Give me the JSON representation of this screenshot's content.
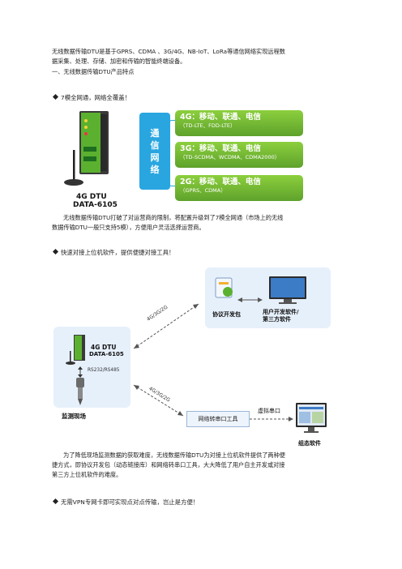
{
  "intro": {
    "line1": "无线数据传输DTU是基于GPRS、CDMA 、3G/4G、NB-IoT、LoRa等通信网络实现远程数",
    "line2": "据采集、处理、存储、加密和传输的智能终端设备。",
    "section": "一、无线数据传输DTU产品特点"
  },
  "feature1": {
    "bullet": "7模全网通，网络全覆盖！",
    "figure": {
      "device_line1": "4G DTU",
      "device_line2": "DATA-6105",
      "network_label": [
        "通",
        "信",
        "网",
        "络"
      ],
      "options": [
        {
          "title": "4G：移动、联通、电信",
          "detail": "（TD-LTE、FDD-LTE）"
        },
        {
          "title": "3G：移动、联通、电信",
          "detail": "（TD-SCDMA、WCDMA、CDMA2000）"
        },
        {
          "title": "2G：移动、联通、电信",
          "detail": "（GPRS、CDMA）"
        }
      ]
    },
    "para_line1": "无线数据传输DTU打破了对运营商的限制，将配置升级到了7模全网通（市场上的无线",
    "para_line2": "数据传输DTU一般只支持5模），方便用户灵活选择运营商。"
  },
  "feature2": {
    "bullet": "快速对接上位机软件，提供便捷对接工具！",
    "figure": {
      "link_top": "4G/3G/2G",
      "link_bottom": "4G/3G/2G",
      "sdk_label": "协议开发包",
      "user_software_line1": "用户开发软件/",
      "user_software_line2": "第三方软件",
      "dtu_line1": "4G DTU",
      "dtu_line2": "DATA-6105",
      "rs_label": "RS232/RS485",
      "site_label": "监测现场",
      "net_tool": "网络转串口工具",
      "virtual_port": "虚拟串口",
      "scada_label": "组态软件"
    },
    "para_line1": "为了降低现场监测数据的获取难度，无线数据传输DTU为对接上位机软件提供了两种便",
    "para_line2": "捷方式，即协议开发包（动态链接库）和网络转串口工具，大大降低了用户自主开发或对接",
    "para_line3": "第三方上位机软件的难度。"
  },
  "feature3": {
    "bullet": "无需VPN专网卡即可实现点对点传输，岂止是方便！"
  },
  "colors": {
    "network_blue": "#29a6e0",
    "option_green": "#6cb02f",
    "panel_blue": "#e6f0fb",
    "device_green": "#5bb12f"
  }
}
